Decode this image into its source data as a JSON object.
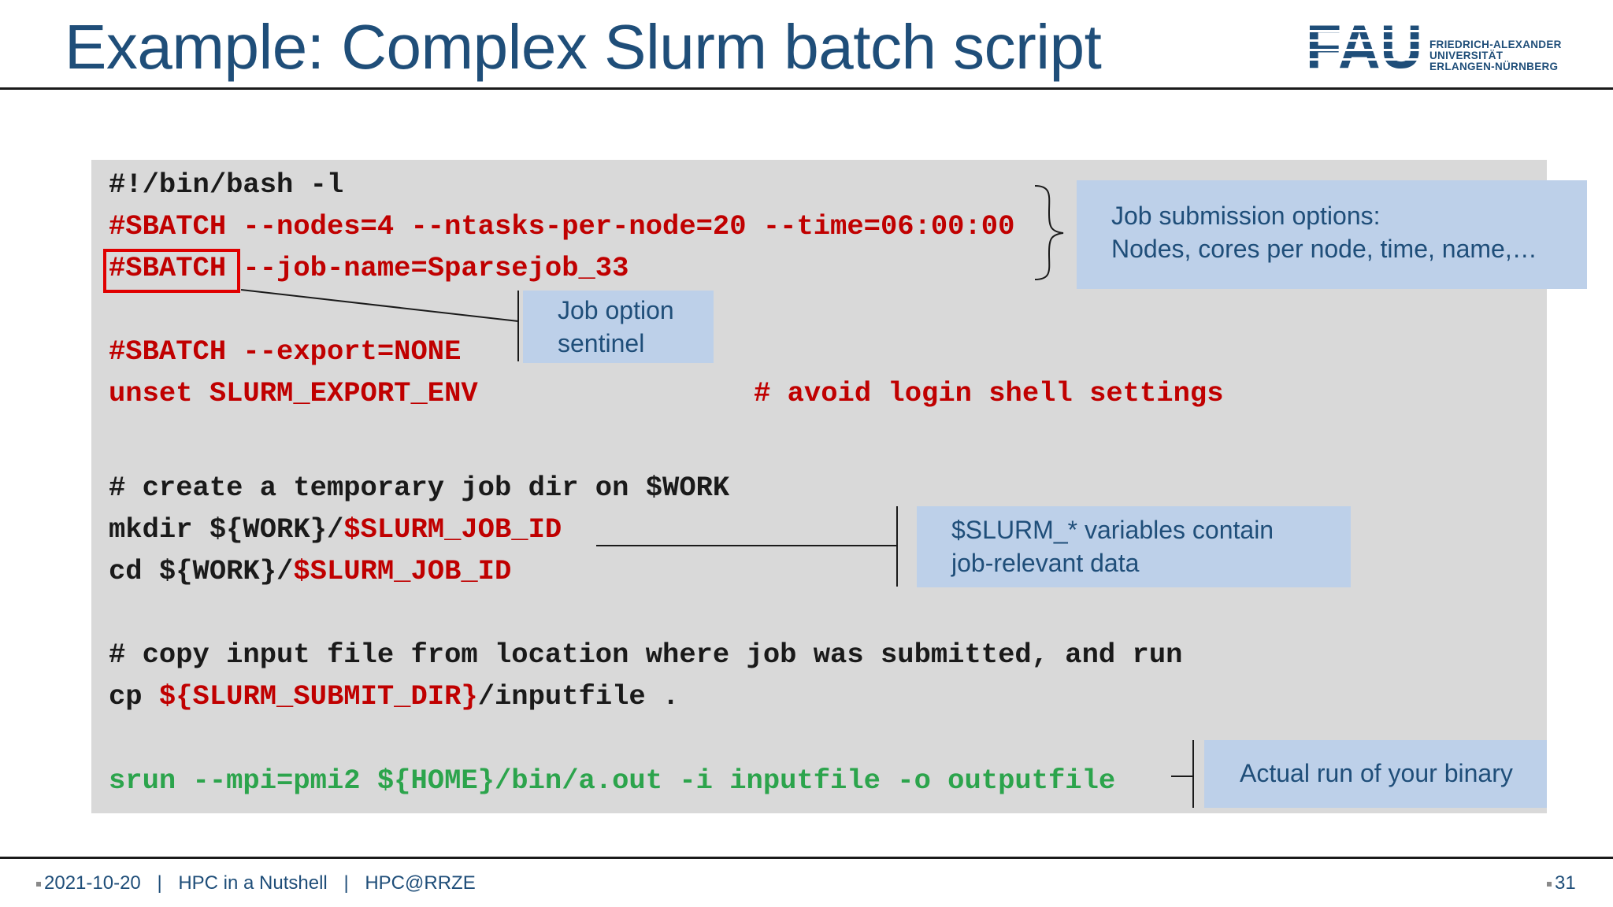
{
  "slide": {
    "title": "Example: Complex Slurm batch script"
  },
  "logo": {
    "mark_text": "FAU",
    "line1": "FRIEDRICH-ALEXANDER",
    "line2": "UNIVERSITÄT",
    "line3": "ERLANGEN-NÜRNBERG"
  },
  "code": {
    "l1": "#!/bin/bash -l",
    "l2": "#SBATCH --nodes=4 --ntasks-per-node=20 --time=06:00:00",
    "l3": "#SBATCH --job-name=Sparsejob_33",
    "l4": "#SBATCH --export=NONE",
    "l5a": "unset SLURM_EXPORT_ENV",
    "l5b": "# avoid login shell settings",
    "l6": "# create a temporary job dir on $WORK",
    "l7a": "mkdir ${WORK}/",
    "l7b": "$SLURM_JOB_ID",
    "l8a": "cd ${WORK}/",
    "l8b": "$SLURM_JOB_ID",
    "l9": "# copy input file from location where job was submitted, and run",
    "l10a": "cp ",
    "l10b": "${SLURM_SUBMIT_DIR}",
    "l10c": "/inputfile .",
    "l11": "srun --mpi=pmi2 ${HOME}/bin/a.out -i inputfile -o outputfile"
  },
  "callouts": {
    "submission": {
      "line1": "Job submission options:",
      "line2": "Nodes, cores per node, time, name,…"
    },
    "sentinel": {
      "line1": "Job option",
      "line2": "sentinel"
    },
    "slurm_vars": {
      "line1": "$SLURM_* variables contain",
      "line2": "job-relevant data"
    },
    "binary": {
      "line1": "Actual run of your binary"
    }
  },
  "footer": {
    "date": "2021-10-20",
    "sep1": "|",
    "course": "HPC in a Nutshell",
    "sep2": "|",
    "org": "HPC@RRZE",
    "page": "31"
  },
  "colors": {
    "title_blue": "#1f4e79",
    "code_red": "#c00000",
    "code_green": "#2ca44c",
    "callout_fill": "#bdd0e9",
    "code_bg": "#d9d9d9",
    "highlight_box": "#e00000"
  }
}
